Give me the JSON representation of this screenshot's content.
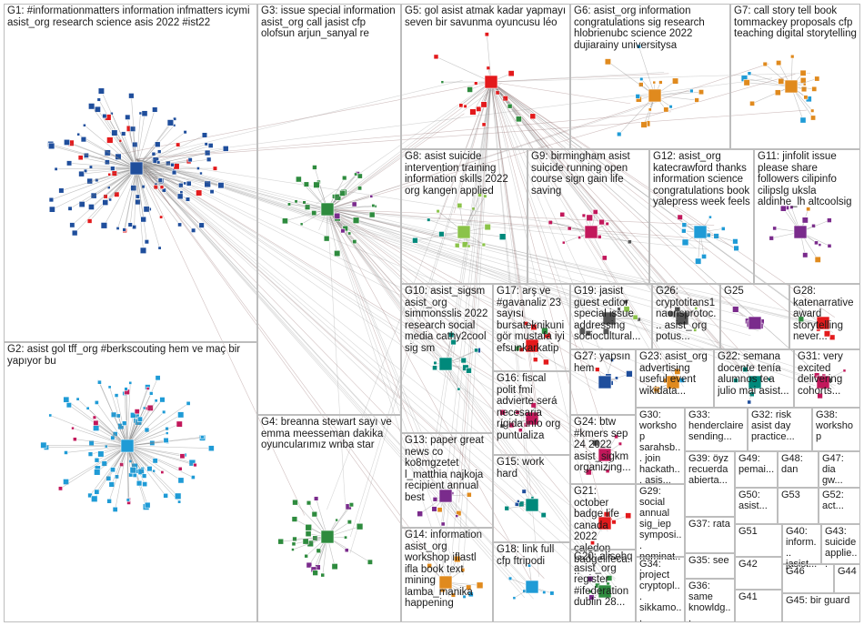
{
  "groups": [
    {
      "id": "G1",
      "label": "G1: #informationmatters information infmatters icymi asist_org research science asis 2022 #ist22"
    },
    {
      "id": "G2",
      "label": "G2: asist gol tff_org #berkscouting hem ve maç bir yapıyor bu"
    },
    {
      "id": "G3",
      "label": "G3: issue special information asist_org call jasist cfp olofsun arjun_sanyal re"
    },
    {
      "id": "G4",
      "label": "G4: breanna stewart sayı ve emma meesseman dakika oyuncularımız wnba star"
    },
    {
      "id": "G5",
      "label": "G5: gol asist atmak kadar yapmayı seven bir savunma oyuncusu léo"
    },
    {
      "id": "G6",
      "label": "G6: asist_org information congratulations sig research hlobrienubc science 2022 dujiarainy universitysa"
    },
    {
      "id": "G7",
      "label": "G7: call story tell book tommackey proposals cfp teaching digital storytelling"
    },
    {
      "id": "G8",
      "label": "G8: asist suicide intervention training information skills 2022 org kangen applied"
    },
    {
      "id": "G9",
      "label": "G9: birmingham asist suicide running open course sign gain life saving"
    },
    {
      "id": "G10",
      "label": "G10: asist_sigsm asist_org simmonsslis 2022 research social media cathy2cool sig sm"
    },
    {
      "id": "G11",
      "label": "G11: jinfolit issue please share followers cilipinfo cilipslg uksla aldinhe_lh altcoolsig"
    },
    {
      "id": "G12",
      "label": "G12: asist_org katecrawford thanks information science congratulations book yalepress week feels"
    },
    {
      "id": "G13",
      "label": "G13: paper great news co ko8mgzetet l_matthia najkoja recipient annual best"
    },
    {
      "id": "G14",
      "label": "G14: information asist_org workshop iflastl ifla book text mining lamba_manika happening"
    },
    {
      "id": "G15",
      "label": "G15: work hard"
    },
    {
      "id": "G16",
      "label": "G16: fiscal polit fmi advierte será necesaria rígida info org puntualiza"
    },
    {
      "id": "G17",
      "label": "G17: arş ve #gavanaliz 23 sayısı bursateknikuni gör mustafa iyi efsunkarkatip"
    },
    {
      "id": "G18",
      "label": "G18: link full cfp ftripodi"
    },
    {
      "id": "G19",
      "label": "G19: jasist guest editor special issue addressing sociocultural..."
    },
    {
      "id": "G20",
      "label": "G20: alisehq asist_org register #ifederation dublin 28..."
    },
    {
      "id": "G21",
      "label": "G21: october badge life canada 2022 caledon badgelifeca..."
    },
    {
      "id": "G22",
      "label": "G22: semana docente tenía alumnos tea julio mai asist..."
    },
    {
      "id": "G23",
      "label": "G23: asist_org advertising useful event wikidata..."
    },
    {
      "id": "G24",
      "label": "G24: btw #kmers sep 24 2022 asist_sigkm organizing..."
    },
    {
      "id": "G25",
      "label": "G25"
    },
    {
      "id": "G26",
      "label": "G26: cryptotitans1 naorisprotoc... asist_org potus..."
    },
    {
      "id": "G27",
      "label": "G27: yapsın hem"
    },
    {
      "id": "G28",
      "label": "G28: katenarrative award storytelling never..."
    },
    {
      "id": "G29",
      "label": "G29: social annual sig_iep symposi... nominat..."
    },
    {
      "id": "G30",
      "label": "G30: workshop sarahsb... join hackath... asis..."
    },
    {
      "id": "G31",
      "label": "G31: very excited delivering cohorts..."
    },
    {
      "id": "G32",
      "label": "G32: risk asist day practice..."
    },
    {
      "id": "G33",
      "label": "G33: henderclaire sending..."
    },
    {
      "id": "G34",
      "label": "G34: project cryptopl... sikkamo..."
    },
    {
      "id": "G35",
      "label": "G35: see"
    },
    {
      "id": "G36",
      "label": "G36: same knowldg..."
    },
    {
      "id": "G37",
      "label": "G37: rata"
    },
    {
      "id": "G38",
      "label": "G38: workshop"
    },
    {
      "id": "G39",
      "label": "G39: öyz recuerda abierta..."
    },
    {
      "id": "G40",
      "label": "G40: inform... jasist..."
    },
    {
      "id": "G41",
      "label": "G41"
    },
    {
      "id": "G42",
      "label": "G42"
    },
    {
      "id": "G43",
      "label": "G43: suicide applie..."
    },
    {
      "id": "G44",
      "label": "G44"
    },
    {
      "id": "G45",
      "label": "G45: bir guard"
    },
    {
      "id": "G46",
      "label": "G46"
    },
    {
      "id": "G47",
      "label": "G47: dia gw..."
    },
    {
      "id": "G48",
      "label": "G48: dan"
    },
    {
      "id": "G49",
      "label": "G49: pemai..."
    },
    {
      "id": "G50",
      "label": "G50: asist..."
    },
    {
      "id": "G51",
      "label": "G51"
    },
    {
      "id": "G52",
      "label": "G52: act..."
    },
    {
      "id": "G53",
      "label": "G53"
    }
  ],
  "colors": {
    "border": "#bdbdbd",
    "edge": "#8a8a8a",
    "edge_dark": "#7a4a4a",
    "node_palette": [
      "#1f4e9c",
      "#e31a1c",
      "#2e8b3e",
      "#7a2b8c",
      "#e08a1e",
      "#1f9bd6",
      "#c2185b",
      "#555555",
      "#8bc34a",
      "#00897b"
    ]
  }
}
